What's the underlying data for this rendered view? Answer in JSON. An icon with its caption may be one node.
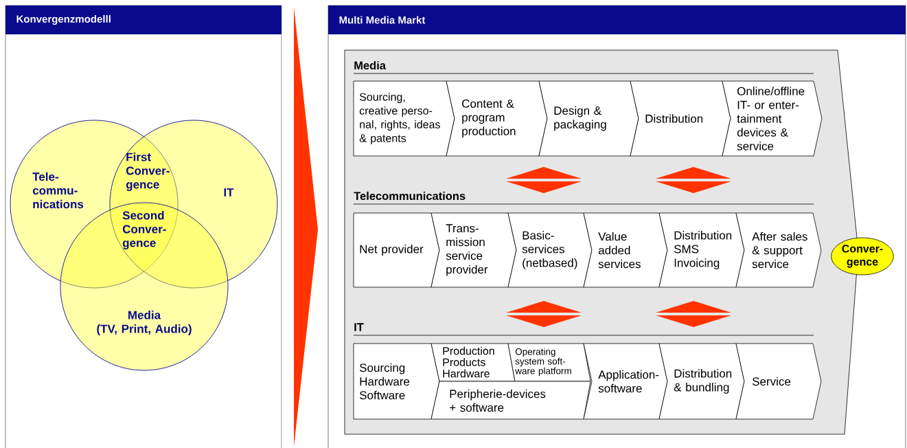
{
  "diagram": {
    "nodes": [
      {
        "text": [
          "Konvergenzmodelll"
        ]
      },
      {
        "text": [
          "Tele- commu- nications"
        ],
        "in": 0
      },
      {
        "text": [
          "IT"
        ],
        "in": 0
      },
      {
        "text": [
          "Media",
          "(TV, Print, Audio)"
        ],
        "in": 0
      },
      {
        "text": [
          "Multi Media Markt"
        ]
      },
      {
        "text": [],
        "shape": "box",
        "in": 4
      },
      {
        "text": [
          "Sourcing, creative perso- nal, rights, ideas & patents"
        ],
        "in": 5
      },
      {
        "text": [
          "Content & program production"
        ],
        "in": 5
      },
      {
        "text": [
          "Design & packaging"
        ],
        "in": 5
      },
      {
        "text": [
          "Distribution"
        ],
        "in": 5
      },
      {
        "text": [
          "Online/offline IT- or enter- tainment devices & service"
        ],
        "in": 5
      },
      {
        "text": [
          "Net provider"
        ],
        "in": 5
      },
      {
        "text": [
          "Trans- mission service provider"
        ],
        "in": 5
      },
      {
        "text": [
          "Basic- services (netbased)"
        ],
        "in": 5
      },
      {
        "text": [
          "Value added services"
        ],
        "in": 5
      },
      {
        "text": [
          "Distribution SMS Invoicing"
        ],
        "in": 5
      },
      {
        "text": [
          "After sales & support service"
        ],
        "in": 5
      },
      {
        "text": [
          "Sourcing Hardware Software"
        ],
        "in": 5
      },
      {
        "text": [
          "Production Products Hardware"
        ],
        "in": 5
      },
      {
        "text": [
          "Operating system soft- ware platform"
        ],
        "in": 5
      },
      {
        "text": [
          "Peripherie-devices + software"
        ],
        "in": 5
      },
      {
        "text": [
          "Application- software"
        ],
        "in": 5
      },
      {
        "text": [
          "Distribution & bundling"
        ],
        "in": 5
      },
      {
        "text": [
          "Service"
        ],
        "in": 5
      },
      {
        "text": [
          "Conver- gence"
        ],
        "in": 4
      }
    ],
    "edges": [
      {
        "from": 0,
        "to": 4,
        "arrow": "to"
      }
    ],
    "labels": [
      "First Conver- gence",
      "Second Conver- gence",
      "Media",
      "Telecommunications",
      "IT"
    ]
  }
}
